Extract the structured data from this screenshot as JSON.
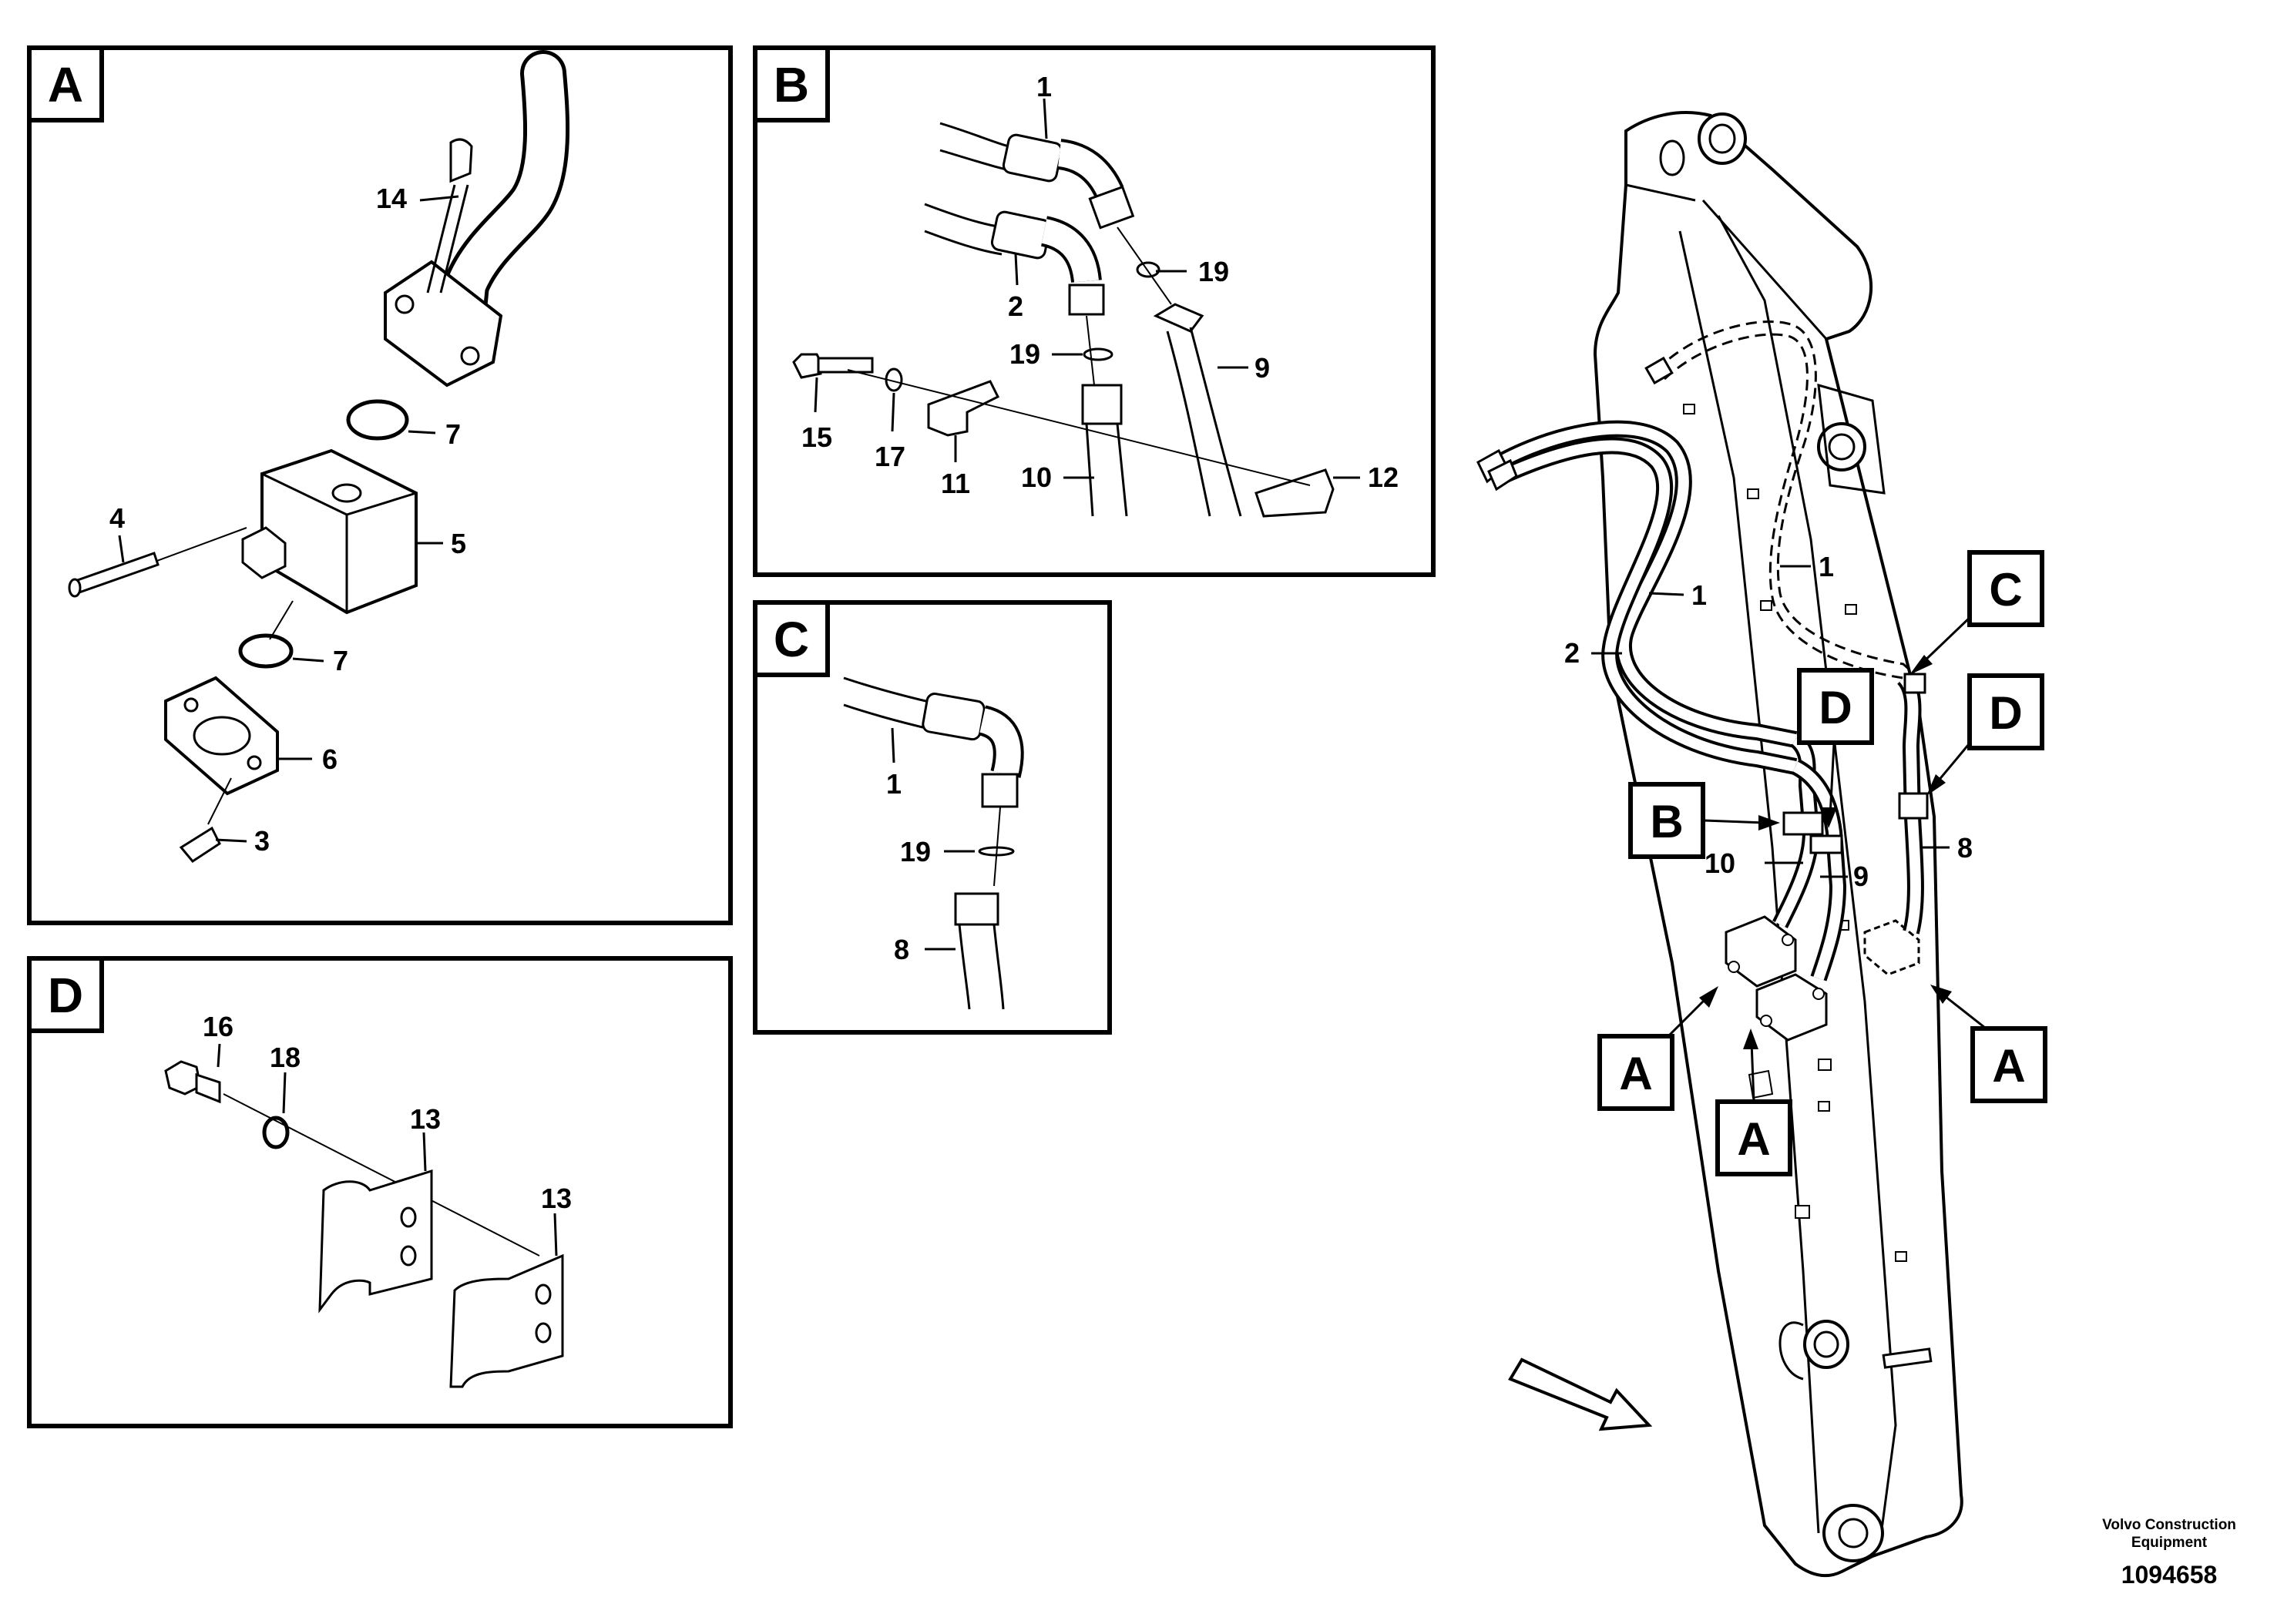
{
  "panels": {
    "A": {
      "letter": "A",
      "callouts": [
        "14",
        "7",
        "4",
        "5",
        "7",
        "6",
        "3"
      ]
    },
    "B": {
      "letter": "B",
      "callouts": [
        "1",
        "19",
        "2",
        "19",
        "9",
        "15",
        "17",
        "11",
        "10",
        "12"
      ]
    },
    "C": {
      "letter": "C",
      "callouts": [
        "1",
        "19",
        "8"
      ]
    },
    "D": {
      "letter": "D",
      "callouts": [
        "16",
        "18",
        "13",
        "13"
      ]
    }
  },
  "main": {
    "callouts": [
      "1",
      "1",
      "2",
      "10",
      "9",
      "8"
    ],
    "refs": [
      "C",
      "D",
      "D",
      "B",
      "A",
      "A",
      "A"
    ]
  },
  "footer": {
    "company_line1": "Volvo Construction",
    "company_line2": "Equipment",
    "drawing_number": "1094658"
  },
  "colors": {
    "line": "#000000",
    "background": "#ffffff"
  }
}
